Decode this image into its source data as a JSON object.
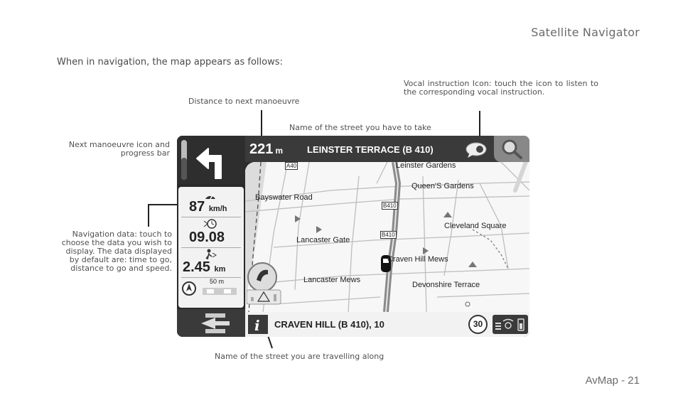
{
  "header": {
    "title": "Satellite Navigator"
  },
  "intro": "When in navigation, the map appears as follows:",
  "annotations": {
    "vocal": "Vocal instruction Icon: touch the icon to listen to the corresponding vocal instruction.",
    "distance": "Distance to next manoeuvre",
    "street_to_take": "Name of the street you have to take",
    "next_manoeuvre": "Next manoeuvre icon and progress bar",
    "navigation_data": "Navigation data: touch to choose the data you wish to display. The data displayed by default are: time to go, distance to go and speed.",
    "current_street": "Name of the street you are travelling along"
  },
  "screen": {
    "distance_value": "221",
    "distance_unit": "m",
    "next_street": "LEINSTER TERRACE (B 410)",
    "progress_fraction": 0.55,
    "speed_value": "87",
    "speed_unit": "km/h",
    "time_value": "09.08",
    "distance_to_go_value": "2.45",
    "distance_to_go_unit": "km",
    "scale_label": "50 m",
    "current_street": "CRAVEN HILL (B 410), 10",
    "speed_limit": "30",
    "map_labels": {
      "a40": "A40",
      "leinster_gardens": "Leinster Gardens",
      "queens_gardens": "Queen'S Gardens",
      "bayswater_road": "Bayswater Road",
      "b410a": "B410",
      "b410b": "B410",
      "cleveland_square": "Cleveland Square",
      "lancaster_gate": "Lancaster Gate",
      "craven_hill_mews": "Craven Hill Mews",
      "lancaster_mews": "Lancaster Mews",
      "devonshire_terrace": "Devonshire Terrace"
    },
    "icons": [
      "turn-left-arrow-icon",
      "speaker-icon",
      "magnifier-icon",
      "speed-icon",
      "clock-icon",
      "walker-icon",
      "compass-icon",
      "back-arrow-icon",
      "info-icon",
      "signal-battery-icon",
      "phone-icon"
    ]
  },
  "footer": {
    "page_label": "AvMap - 21"
  }
}
